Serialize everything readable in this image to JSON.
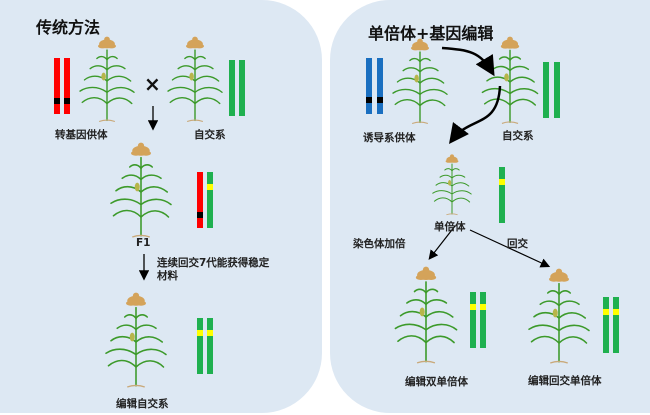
{
  "colors": {
    "background": "#dde8f3",
    "chromosome_red": "#ff0000",
    "chromosome_green": "#1fb04f",
    "chromosome_blue": "#1a6fc0",
    "band_black": "#000000",
    "band_yellow": "#ffff00",
    "stem_green": "#3c9a2a",
    "tassel": "#d4a35a"
  },
  "left": {
    "title": "传统方法",
    "donor_label": "转基因供体",
    "inbred_label": "自交系",
    "cross_symbol": "×",
    "f1_label": "F1",
    "backcross_note_line1": "连续回交7代能获得稳定",
    "backcross_note_line2": "材料",
    "result_label": "编辑自交系"
  },
  "right": {
    "title": "单倍体+基因编辑",
    "inducer_label": "诱导系供体",
    "inbred_label": "自交系",
    "haploid_label": "单倍体",
    "doubling_label": "染色体加倍",
    "backcross_label": "回交",
    "result1_label": "编辑双单倍体",
    "result2_label": "编辑回交单倍体"
  }
}
